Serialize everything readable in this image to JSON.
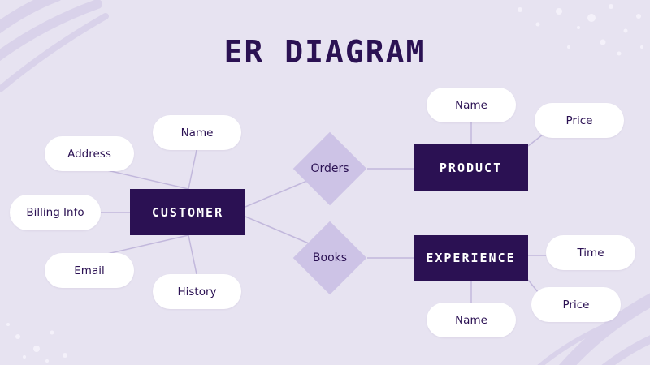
{
  "title": "ER DIAGRAM",
  "colors": {
    "background": "#e7e3f1",
    "entity_fill": "#2b1153",
    "relationship_fill": "#cdc3e6",
    "attribute_fill": "#ffffff",
    "connector": "#c2b8dc"
  },
  "entities": {
    "customer": "CUSTOMER",
    "product": "PRODUCT",
    "experience": "EXPERIENCE"
  },
  "relationships": {
    "orders": "Orders",
    "books": "Books"
  },
  "attributes": {
    "customer": {
      "name": "Name",
      "address": "Address",
      "billing_info": "Billing Info",
      "email": "Email",
      "history": "History"
    },
    "product": {
      "name": "Name",
      "price": "Price"
    },
    "experience": {
      "time": "Time",
      "price": "Price",
      "name": "Name"
    }
  }
}
